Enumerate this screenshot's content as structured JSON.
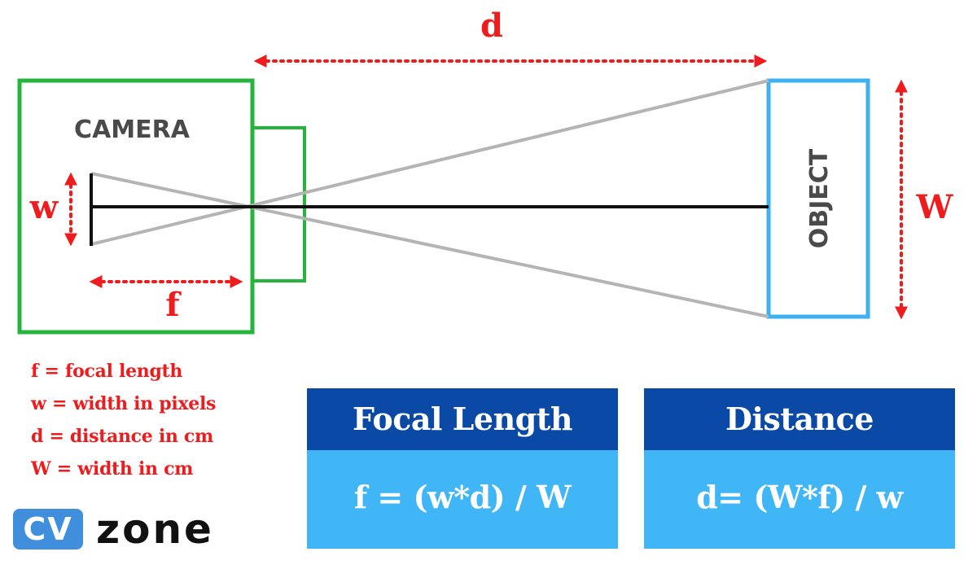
{
  "colors": {
    "camera_green": "#27b43c",
    "object_blue": "#3db1f2",
    "annotation_red": "#ee1c1c",
    "ray_gray": "#b4b4b4",
    "card_header_blue": "#0a4aa6",
    "card_body_blue": "#41b6f7",
    "label_gray": "#4a4a4a"
  },
  "diagram": {
    "camera_label": "CAMERA",
    "object_label": "OBJECT",
    "distance_symbol": "d",
    "object_width_symbol": "W",
    "image_width_symbol": "w",
    "focal_symbol": "f"
  },
  "legend": [
    "f = focal length",
    "w = width in pixels",
    "d = distance in cm",
    "W = width in cm"
  ],
  "cards": {
    "focal": {
      "title": "Focal Length",
      "formula": "f = (w*d) / W"
    },
    "distance": {
      "title": "Distance",
      "formula": "d= (W*f) / w"
    }
  },
  "logo": {
    "badge": "CV",
    "word": "zone"
  }
}
